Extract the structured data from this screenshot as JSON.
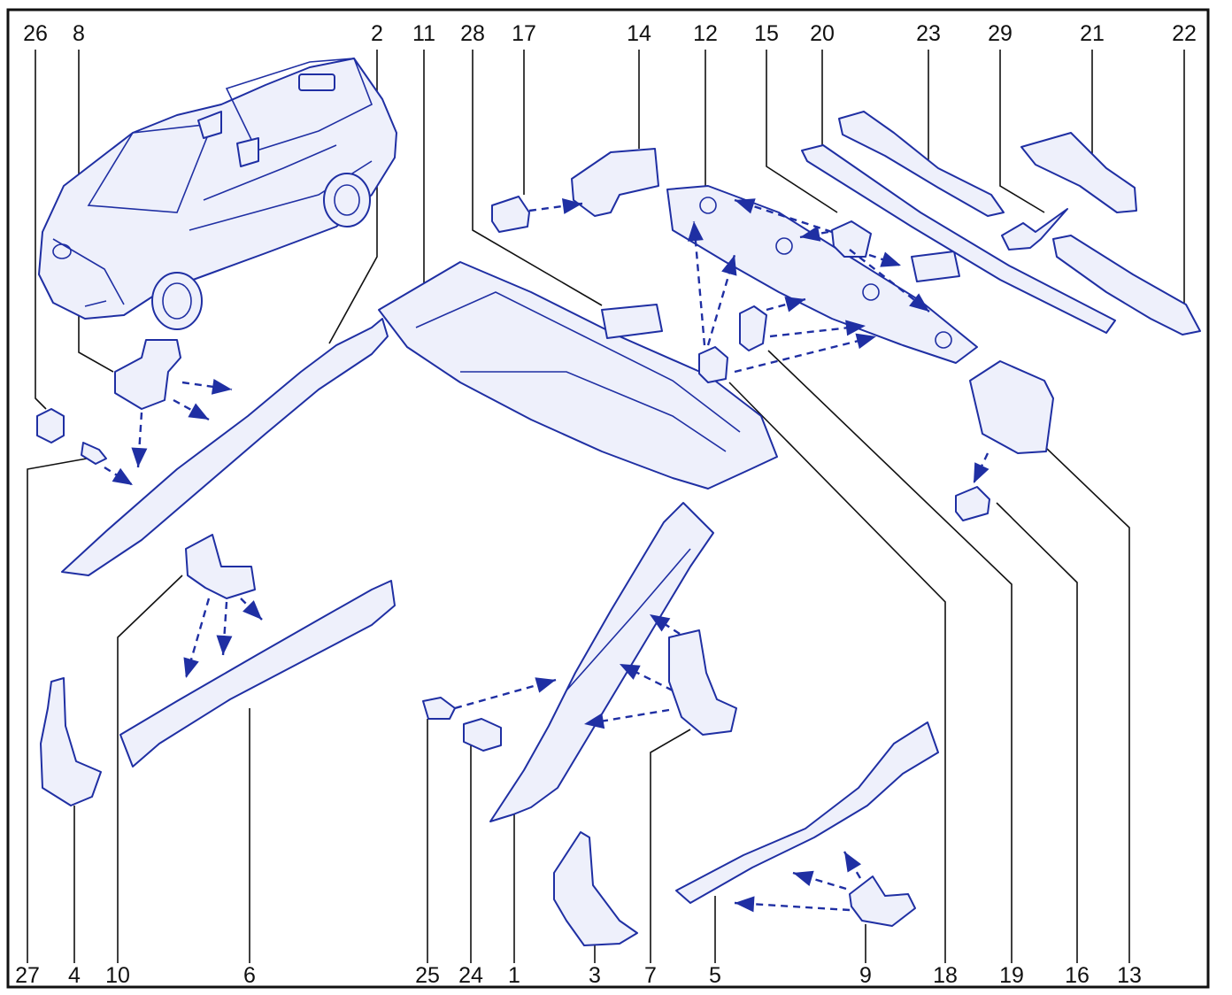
{
  "diagram": {
    "colors": {
      "ink": "#1f2fa3",
      "fill": "#eef0fb",
      "frame": "#111111",
      "background": "#ffffff"
    },
    "top_labels": [
      "26",
      "8",
      "2",
      "11",
      "28",
      "17",
      "14",
      "12",
      "15",
      "20",
      "23",
      "29",
      "21",
      "22"
    ],
    "bottom_labels": [
      "27",
      "4",
      "10",
      "6",
      "25",
      "24",
      "1",
      "3",
      "7",
      "5",
      "9",
      "18",
      "19",
      "16",
      "13"
    ]
  }
}
